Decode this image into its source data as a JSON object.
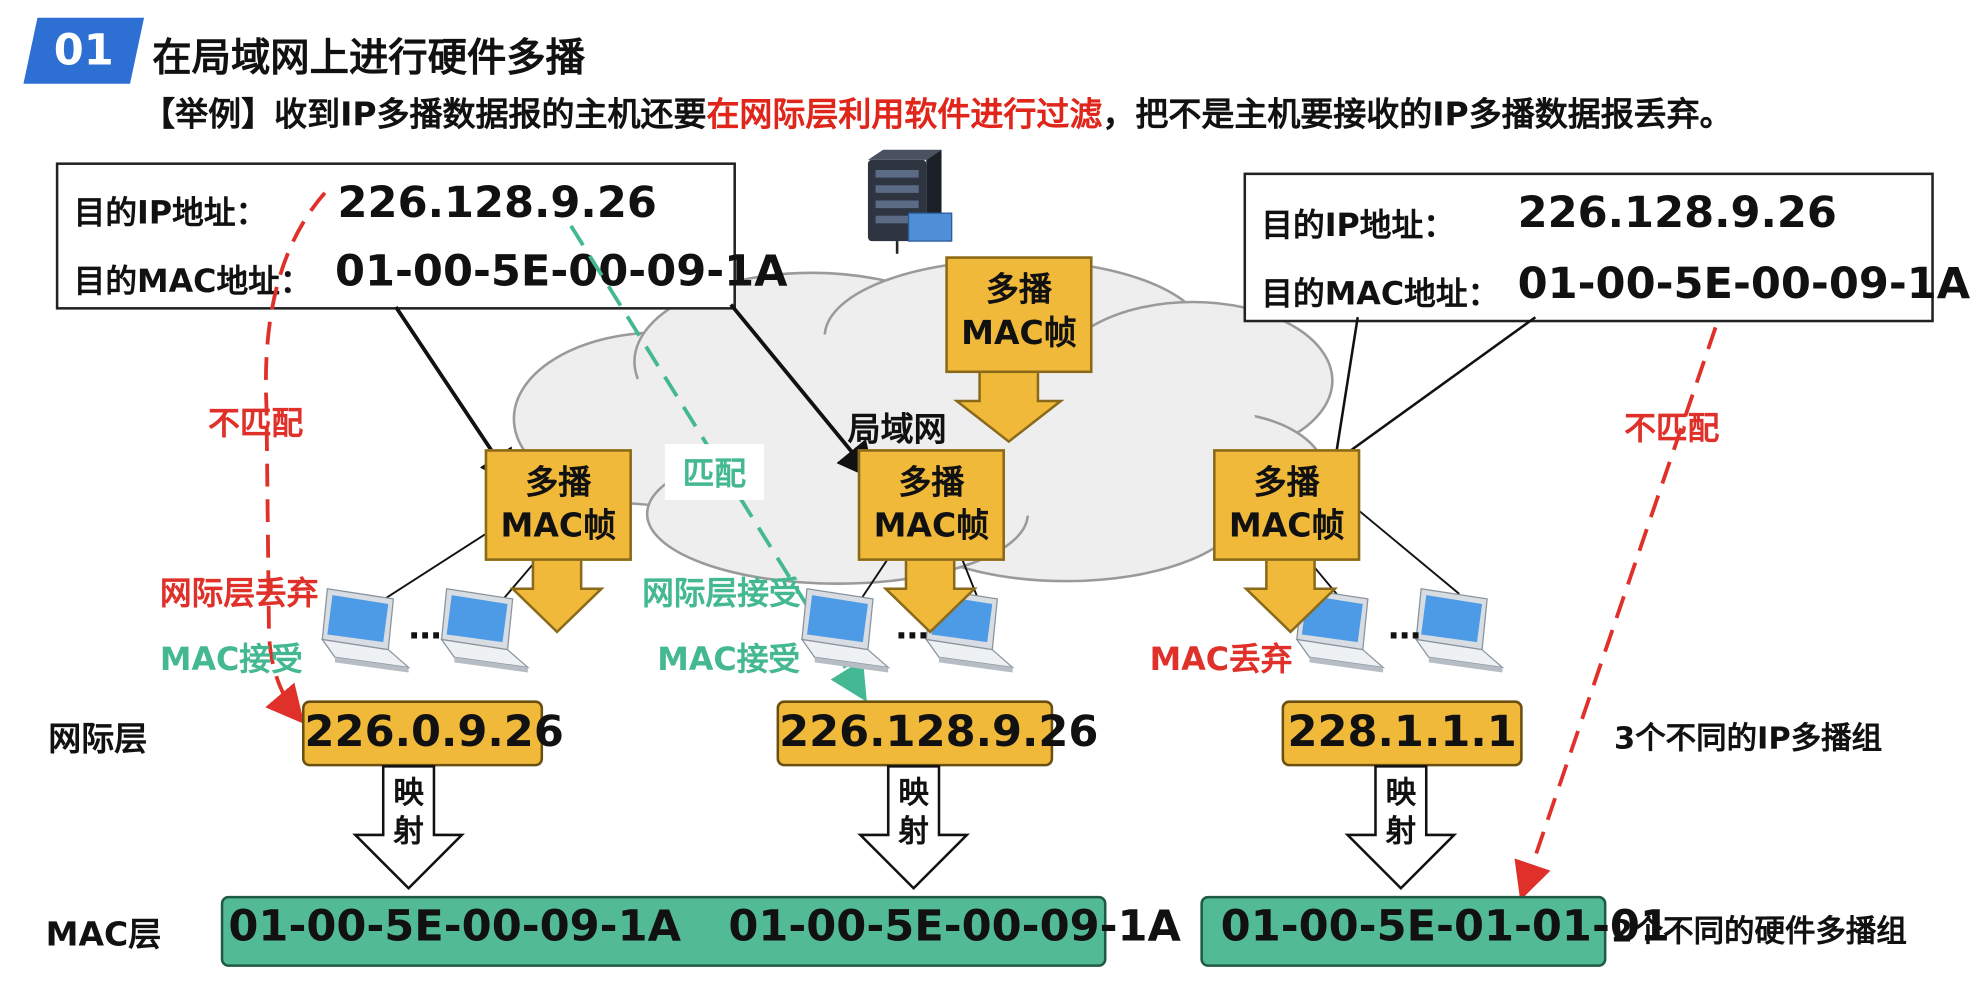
{
  "header": {
    "badge": "01",
    "title": "在局域网上进行硬件多播",
    "example_prefix": "【举例】收到IP多播数据报的主机还要",
    "example_highlight": "在网际层利用软件进行过滤",
    "example_suffix": "，把不是主机要接收的IP多播数据报丢弃。"
  },
  "left_box": {
    "ip_label": "目的IP地址：",
    "ip_value": "226.128.9.26",
    "mac_label": "目的MAC地址：",
    "mac_value": "01-00-5E-00-09-1A"
  },
  "right_box": {
    "ip_label": "目的IP地址：",
    "ip_value": "226.128.9.26",
    "mac_label": "目的MAC地址：",
    "mac_value": "01-00-5E-00-09-1A"
  },
  "network": {
    "lan_label": "局域网",
    "server_icon": "server-icon",
    "laptop_icon": "laptop-icon",
    "ellipsis": "…"
  },
  "frames": {
    "top": [
      "多播",
      "MAC帧"
    ],
    "left": [
      "多播",
      "MAC帧"
    ],
    "middle": [
      "多播",
      "MAC帧"
    ],
    "right": [
      "多播",
      "MAC帧"
    ]
  },
  "notes": {
    "mismatch_left": "不匹配",
    "match": "匹配",
    "mismatch_right": "不匹配",
    "ip_discard": "网际层丢弃",
    "ip_accept": "网际层接受",
    "mac_accept_left": "MAC接受",
    "mac_accept_middle": "MAC接受",
    "mac_discard": "MAC丢弃"
  },
  "layers": {
    "ip_layer": "网际层",
    "mac_layer": "MAC层"
  },
  "ip_groups": [
    "226.0.9.26",
    "226.128.9.26",
    "228.1.1.1"
  ],
  "mapping_label": [
    "映",
    "射"
  ],
  "mac_groups": {
    "bar1_left": "01-00-5E-00-09-1A",
    "bar1_right": "01-00-5E-00-09-1A",
    "bar2": "01-00-5E-01-01-01"
  },
  "side_notes": {
    "ip_count": "3个不同的IP多播组",
    "mac_count": "2个不同的硬件多播组"
  },
  "colors": {
    "badge": "#2d6fd2",
    "frame_fill": "#f0b93a",
    "mac_bar": "#52bb96",
    "red": "#e0302a",
    "green": "#44b893"
  }
}
